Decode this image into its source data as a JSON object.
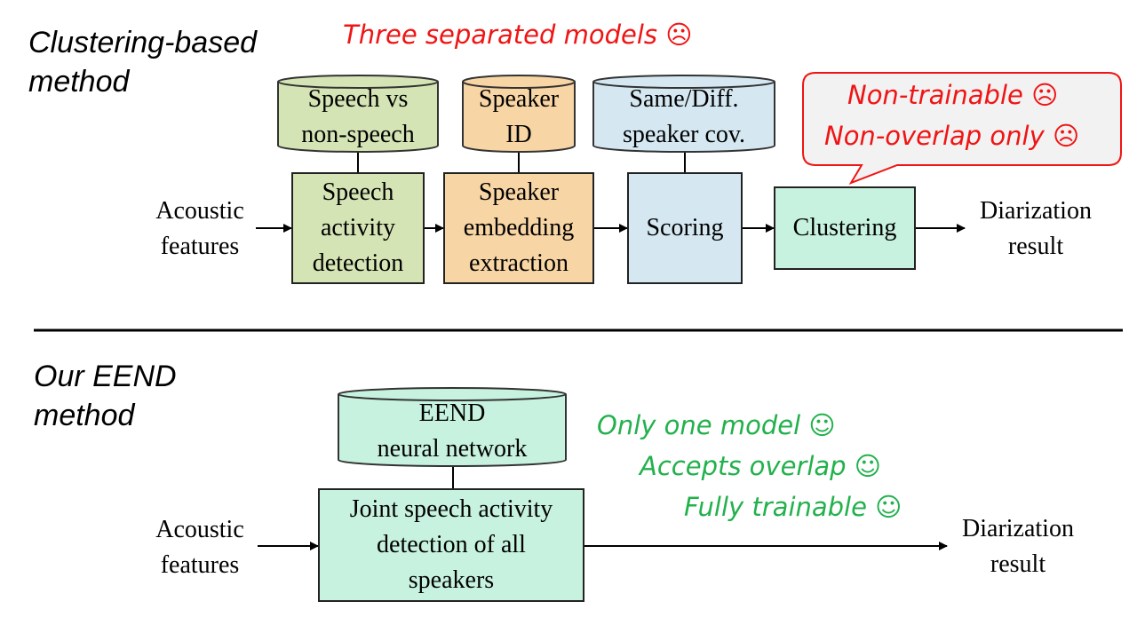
{
  "top": {
    "title": "Clustering-based\nmethod",
    "warning": "Three separated models ☹",
    "input": "Acoustic\nfeatures",
    "output": "Diarization\nresult",
    "models": [
      {
        "label": "Speech vs\nnon-speech",
        "color": "#d5e4b5"
      },
      {
        "label": "Speaker\nID",
        "color": "#f8d5a4"
      },
      {
        "label": "Same/Diff.\nspeaker cov.",
        "color": "#d5e8f2"
      }
    ],
    "stages": [
      {
        "label": "Speech\nactivity\ndetection",
        "color": "#d5e4b5"
      },
      {
        "label": "Speaker\nembedding\nextraction",
        "color": "#f8d5a4"
      },
      {
        "label": "Scoring",
        "color": "#d5e8f2"
      },
      {
        "label": "Clustering",
        "color": "#c7f2df"
      }
    ],
    "callout": {
      "line1": "Non-trainable ☹",
      "line2": "Non-overlap only ☹"
    }
  },
  "bottom": {
    "title": "Our EEND\nmethod",
    "input": "Acoustic\nfeatures",
    "output": "Diarization\nresult",
    "model": {
      "label": "EEND\nneural network",
      "color": "#c7f2df"
    },
    "stage": {
      "label": "Joint speech activity\ndetection of all\nspeakers",
      "color": "#c7f2df"
    },
    "benefits": [
      "Only one model ☺",
      "Accepts overlap ☺",
      "Fully trainable ☺"
    ]
  }
}
